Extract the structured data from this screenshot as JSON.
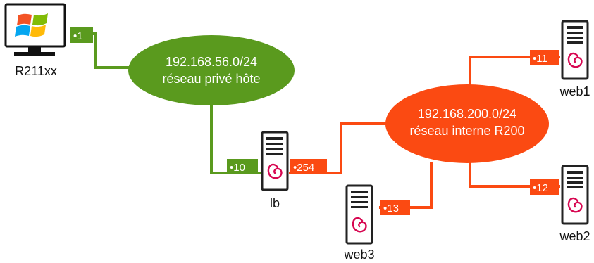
{
  "colors": {
    "green": "#5a9a1e",
    "orange": "#fb4a12",
    "server_outline": "#222222",
    "debian_swirl": "#d70751"
  },
  "hosts": {
    "client": {
      "label": "R211xx",
      "icon": "windows-monitor-icon"
    },
    "lb": {
      "label": "lb",
      "icon": "debian-server-icon"
    },
    "web1": {
      "label": "web1",
      "icon": "debian-server-icon"
    },
    "web2": {
      "label": "web2",
      "icon": "debian-server-icon"
    },
    "web3": {
      "label": "web3",
      "icon": "debian-server-icon"
    }
  },
  "networks": {
    "host_only": {
      "subnet": "192.168.56.0/24",
      "name": "réseau privé hôte"
    },
    "internal": {
      "subnet": "192.168.200.0/24",
      "name": "réseau interne R200"
    }
  },
  "badges": {
    "client": "•1",
    "lb_host": "•10",
    "lb_internal": "•254",
    "web1": "•11",
    "web2": "•12",
    "web3": "•13"
  }
}
